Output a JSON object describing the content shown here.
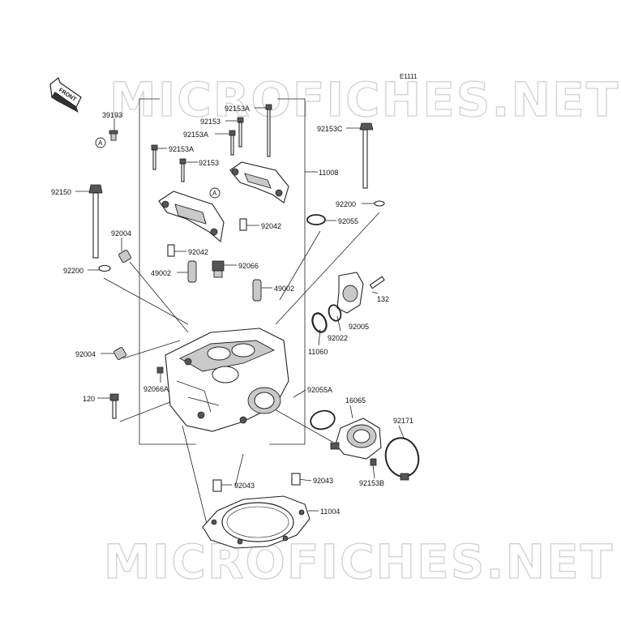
{
  "diagram": {
    "code": "E1111",
    "front_label": "FRONT",
    "watermark": "MICROFICHES.NET",
    "callout_letter": "A",
    "parts": {
      "p39193": "39193",
      "p92153A_1": "92153A",
      "p92153_1": "92153",
      "p92153A_2": "92153A",
      "p92153A_3": "92153A",
      "p92153_2": "92153",
      "p92153C": "92153C",
      "p11008": "11008",
      "p92150": "92150",
      "p92200_r": "92200",
      "p92055": "92055",
      "p92004_t": "92004",
      "p92042_r": "92042",
      "p92042_l": "92042",
      "p92200_l": "92200",
      "p49002_l": "49002",
      "p92066": "92066",
      "p49002_r": "49002",
      "p132": "132",
      "p92005": "92005",
      "p92022": "92022",
      "p11060": "11060",
      "p92004_b": "92004",
      "p92066A": "92066A",
      "p92055A": "92055A",
      "p16065": "16065",
      "p92171": "92171",
      "p120": "120",
      "p92153B": "92153B",
      "p92043_l": "92043",
      "p92043_r": "92043",
      "p11004": "11004"
    }
  }
}
